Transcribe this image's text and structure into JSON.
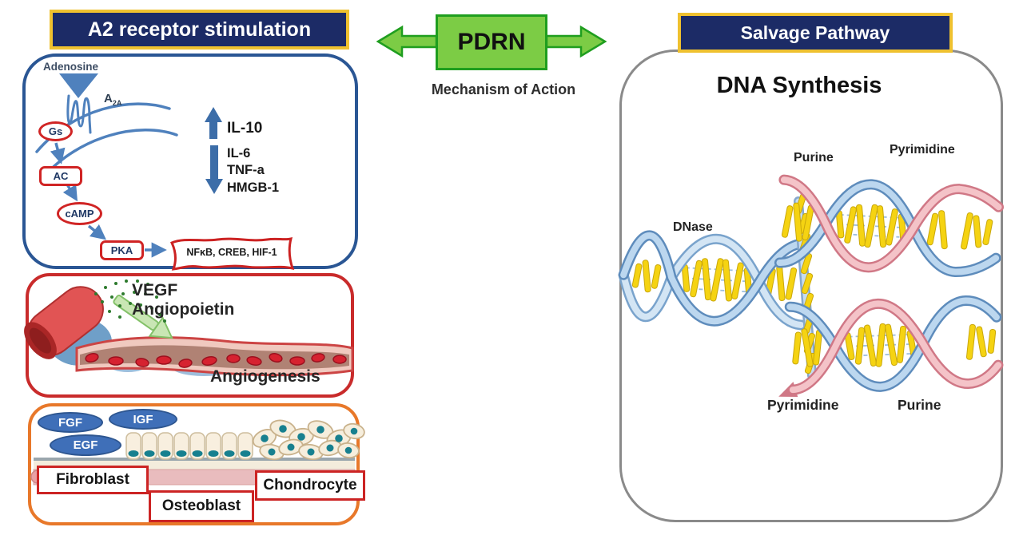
{
  "colors": {
    "navy_title": "#1c2b66",
    "gold_border": "#efc12f",
    "pdrn_green": "#7ccc45",
    "pdrn_green_border": "#1f9e1f",
    "pathway_blue": "#4f81bd",
    "panel_blue_border": "#2a5694",
    "panel_red_border": "#c92b2b",
    "panel_orange_border": "#e8782a",
    "panel_gray_border": "#8a8a8a",
    "node_red": "#d02424",
    "dna_yellow": "#f5d312",
    "dna_pink": "#d07886",
    "dna_blue": "#5e8cbc",
    "nucleus_teal": "#17808f"
  },
  "center": {
    "pdrn": "PDRN",
    "subtitle": "Mechanism of Action"
  },
  "left": {
    "title": "A2 receptor stimulation",
    "receptor": {
      "ligand": "Adenosine",
      "name": "A",
      "sub": "2A"
    },
    "cascade": [
      "Gs",
      "AC",
      "cAMP",
      "PKA"
    ],
    "banner": "NFκB, CREB, HIF-1",
    "cytokines": {
      "up": [
        "IL-10"
      ],
      "down": [
        "IL-6",
        "TNF-a",
        "HMGB-1"
      ]
    },
    "vegf_panel": {
      "factors": [
        "VEGF",
        "Angiopoietin"
      ],
      "result": "Angiogenesis"
    },
    "growth_panel": {
      "factors": [
        "FGF",
        "IGF",
        "EGF"
      ],
      "cells": [
        "Fibroblast",
        "Osteoblast",
        "Chondrocyte"
      ]
    }
  },
  "right": {
    "title": "Salvage Pathway",
    "heading": "DNA Synthesis",
    "labels": {
      "dnase": "DNase",
      "purine_top": "Purine",
      "pyrimidine_top": "Pyrimidine",
      "pyrimidine_bottom": "Pyrimidine",
      "purine_bottom": "Purine"
    }
  }
}
